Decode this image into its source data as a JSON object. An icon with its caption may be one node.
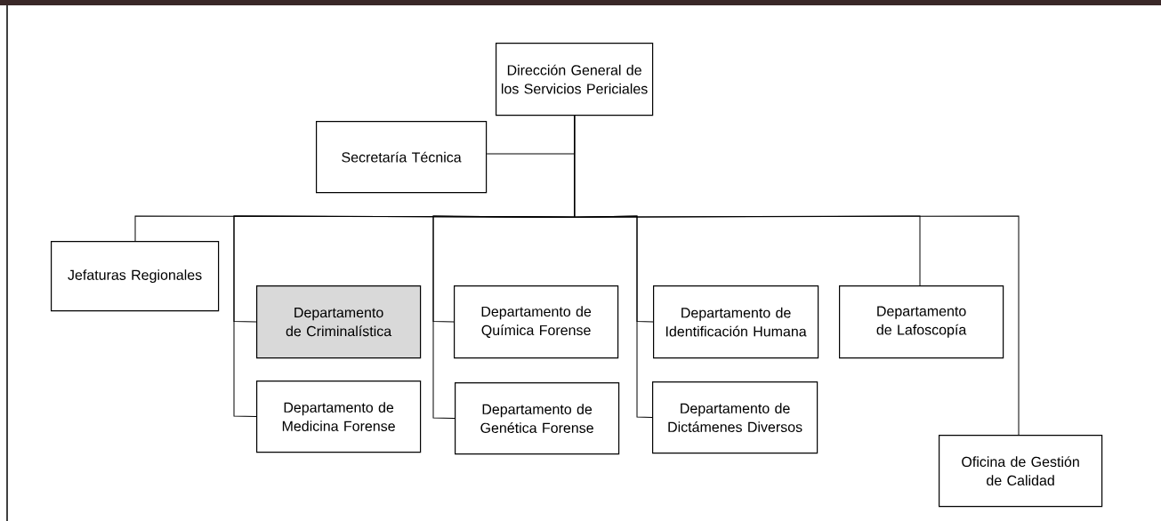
{
  "diagram": {
    "nodes": [
      {
        "text": [
          "Dirección General de los Servicios Periciales"
        ]
      },
      {
        "text": [
          "Secretaría Técnica"
        ]
      },
      {
        "text": [
          "Jefaturas Regionales"
        ]
      },
      {
        "text": [
          "Departamento de Criminalística"
        ]
      },
      {
        "text": [
          "Departamento de Medicina Forense"
        ]
      },
      {
        "text": [
          "Departamento de Química Forense"
        ]
      },
      {
        "text": [
          "Departamento de Genética Forense"
        ]
      },
      {
        "text": [
          "Departamento de Identificación Humana"
        ]
      },
      {
        "text": [
          "Departamento de Dictámenes Diversos"
        ]
      },
      {
        "text": [
          "Departamento de Lafoscopía"
        ]
      },
      {
        "text": [
          "Oficina de Gestión de Calidad"
        ]
      }
    ],
    "edges": [
      {
        "from": 0,
        "to": 1,
        "arrow": "none"
      },
      {
        "from": 0,
        "to": 2,
        "arrow": "none"
      },
      {
        "from": 0,
        "to": 3,
        "arrow": "none"
      },
      {
        "from": 0,
        "to": 4,
        "arrow": "none"
      },
      {
        "from": 0,
        "to": 5,
        "arrow": "none"
      },
      {
        "from": 0,
        "to": 6,
        "arrow": "none"
      },
      {
        "from": 0,
        "to": 7,
        "arrow": "none"
      },
      {
        "from": 0,
        "to": 8,
        "arrow": "none"
      },
      {
        "from": 0,
        "to": 9,
        "arrow": "none"
      },
      {
        "from": 0,
        "to": 10,
        "arrow": "none"
      }
    ]
  }
}
